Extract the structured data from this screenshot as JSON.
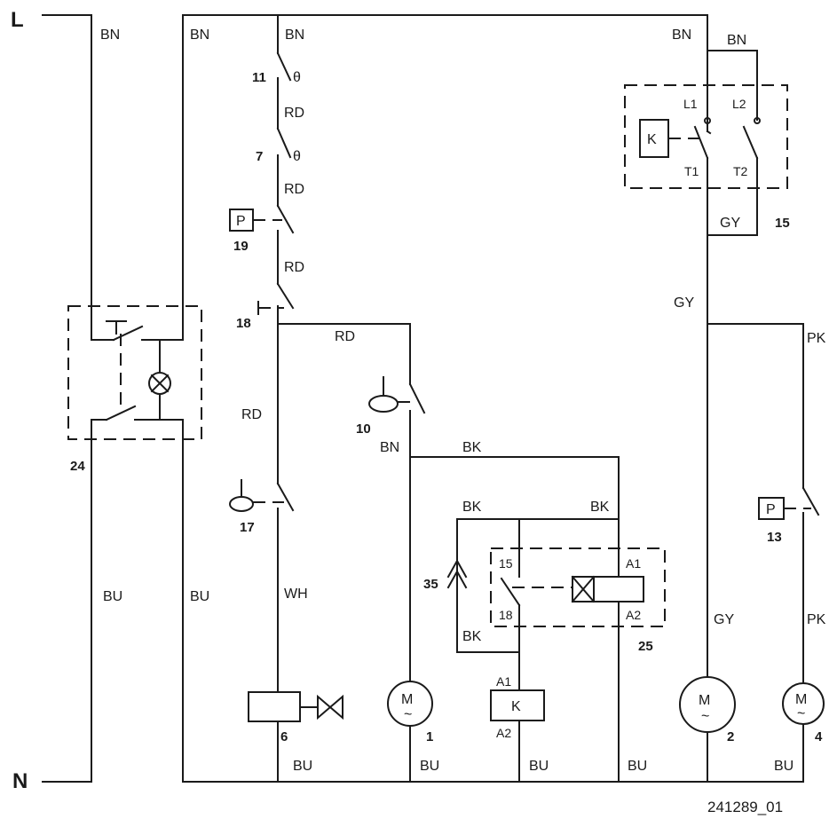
{
  "rails": {
    "line": "L",
    "neutral": "N"
  },
  "wire_colors": {
    "bn": "BN",
    "rd": "RD",
    "bk": "BK",
    "bu": "BU",
    "gy": "GY",
    "pk": "PK",
    "wh": "WH"
  },
  "components": {
    "c1": "1",
    "c2": "2",
    "c4": "4",
    "c6": "6",
    "c7": "7",
    "c10": "10",
    "c11": "11",
    "c13": "13",
    "c15": "15",
    "c17": "17",
    "c18": "18",
    "c19": "19",
    "c24": "24",
    "c25": "25",
    "c35": "35"
  },
  "terminals": {
    "a1": "A1",
    "a2": "A2",
    "l1": "L1",
    "l2": "L2",
    "t1": "T1",
    "t2": "T2",
    "t15": "15",
    "t18": "18"
  },
  "symbols": {
    "pressure": "P",
    "relay": "K",
    "thermal": "θ",
    "motor": "M",
    "ac": "~"
  },
  "drawing_number": "241289_01"
}
